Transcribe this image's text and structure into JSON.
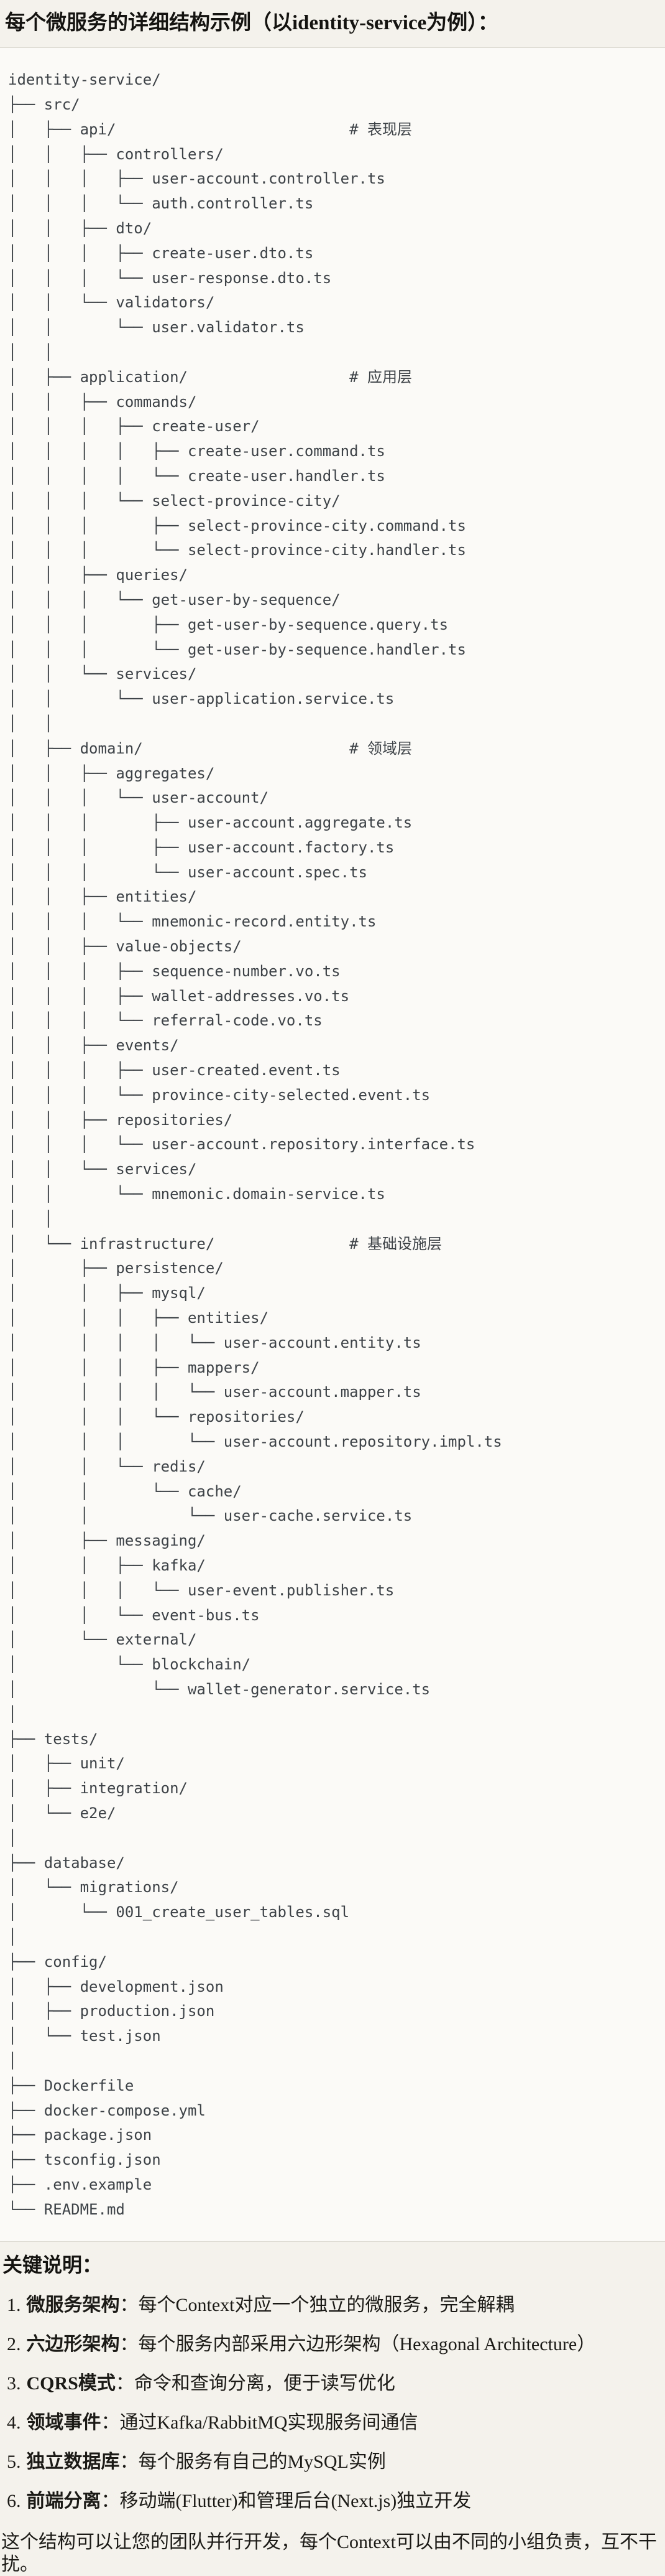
{
  "title": "每个微服务的详细结构示例（以identity-service为例）：",
  "code_block": {
    "tree_lines": [
      "identity-service/",
      "├── src/",
      "│   ├── api/                          # 表现层",
      "│   │   ├── controllers/",
      "│   │   │   ├── user-account.controller.ts",
      "│   │   │   └── auth.controller.ts",
      "│   │   ├── dto/",
      "│   │   │   ├── create-user.dto.ts",
      "│   │   │   └── user-response.dto.ts",
      "│   │   └── validators/",
      "│   │       └── user.validator.ts",
      "│   │",
      "│   ├── application/                  # 应用层",
      "│   │   ├── commands/",
      "│   │   │   ├── create-user/",
      "│   │   │   │   ├── create-user.command.ts",
      "│   │   │   │   └── create-user.handler.ts",
      "│   │   │   └── select-province-city/",
      "│   │   │       ├── select-province-city.command.ts",
      "│   │   │       └── select-province-city.handler.ts",
      "│   │   ├── queries/",
      "│   │   │   └── get-user-by-sequence/",
      "│   │   │       ├── get-user-by-sequence.query.ts",
      "│   │   │       └── get-user-by-sequence.handler.ts",
      "│   │   └── services/",
      "│   │       └── user-application.service.ts",
      "│   │",
      "│   ├── domain/                       # 领域层",
      "│   │   ├── aggregates/",
      "│   │   │   └── user-account/",
      "│   │   │       ├── user-account.aggregate.ts",
      "│   │   │       ├── user-account.factory.ts",
      "│   │   │       └── user-account.spec.ts",
      "│   │   ├── entities/",
      "│   │   │   └── mnemonic-record.entity.ts",
      "│   │   ├── value-objects/",
      "│   │   │   ├── sequence-number.vo.ts",
      "│   │   │   ├── wallet-addresses.vo.ts",
      "│   │   │   └── referral-code.vo.ts",
      "│   │   ├── events/",
      "│   │   │   ├── user-created.event.ts",
      "│   │   │   └── province-city-selected.event.ts",
      "│   │   ├── repositories/",
      "│   │   │   └── user-account.repository.interface.ts",
      "│   │   └── services/",
      "│   │       └── mnemonic.domain-service.ts",
      "│   │",
      "│   └── infrastructure/               # 基础设施层",
      "│       ├── persistence/",
      "│       │   ├── mysql/",
      "│       │   │   ├── entities/",
      "│       │   │   │   └── user-account.entity.ts",
      "│       │   │   ├── mappers/",
      "│       │   │   │   └── user-account.mapper.ts",
      "│       │   │   └── repositories/",
      "│       │   │       └── user-account.repository.impl.ts",
      "│       │   └── redis/",
      "│       │       └── cache/",
      "│       │           └── user-cache.service.ts",
      "│       ├── messaging/",
      "│       │   ├── kafka/",
      "│       │   │   └── user-event.publisher.ts",
      "│       │   └── event-bus.ts",
      "│       └── external/",
      "│           └── blockchain/",
      "│               └── wallet-generator.service.ts",
      "│",
      "├── tests/",
      "│   ├── unit/",
      "│   ├── integration/",
      "│   └── e2e/",
      "│",
      "├── database/",
      "│   └── migrations/",
      "│       └── 001_create_user_tables.sql",
      "│",
      "├── config/",
      "│   ├── development.json",
      "│   ├── production.json",
      "│   └── test.json",
      "│",
      "├── Dockerfile",
      "├── docker-compose.yml",
      "├── package.json",
      "├── tsconfig.json",
      "├── .env.example",
      "└── README.md"
    ]
  },
  "notes": {
    "heading": "关键说明：",
    "items": [
      {
        "num": "1.",
        "label": "微服务架构",
        "rest": "：每个Context对应一个独立的微服务，完全解耦"
      },
      {
        "num": "2.",
        "label": "六边形架构",
        "rest": "：每个服务内部采用六边形架构（Hexagonal Architecture）"
      },
      {
        "num": "3.",
        "label": "CQRS模式",
        "rest": "：命令和查询分离，便于读写优化"
      },
      {
        "num": "4.",
        "label": "领域事件",
        "rest": "：通过Kafka/RabbitMQ实现服务间通信"
      },
      {
        "num": "5.",
        "label": "独立数据库",
        "rest": "：每个服务有自己的MySQL实例"
      },
      {
        "num": "6.",
        "label": "前端分离",
        "rest": "：移动端(Flutter)和管理后台(Next.js)独立开发"
      }
    ],
    "closing": "这个结构可以让您的团队并行开发，每个Context可以由不同的小组负责，互不干扰。"
  },
  "colors": {
    "page_bg": "#f4f2ec",
    "code_bg": "#fbfaf7",
    "code_border": "#dcdad2",
    "tree_text": "#3d4247",
    "body_text": "#1b1a16"
  }
}
